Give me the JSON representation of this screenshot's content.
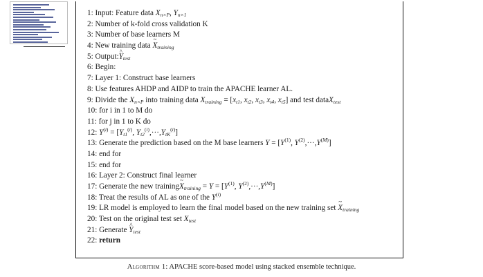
{
  "algorithm": {
    "lines": [
      {
        "num": "1:",
        "html": "Input: Feature data <span class=\"mi\">X</span><sub class=\"mi\">n×P</sub>, <span class=\"mi\">Y</span><sub class=\"mi\">n×1</sub>"
      },
      {
        "num": "2:",
        "html": "Number of k-fold cross validation K"
      },
      {
        "num": "3:",
        "html": "Number of base learners M"
      },
      {
        "num": "4:",
        "html": "New training data <span class=\"mi hat\">X</span><sub class=\"mi\">training</sub>"
      },
      {
        "num": "5:",
        "html": "Output:<span class=\"mi hat hat-caret\">Y</span><sub class=\"mi\">test</sub>"
      },
      {
        "num": "6:",
        "html": "Begin:"
      },
      {
        "num": "7:",
        "html": "Layer 1: Construct base learners"
      },
      {
        "num": "8:",
        "html": "Use features AHDP and AIDP to train the APACHE learner AL."
      },
      {
        "num": "9:",
        "html": "Divide the <span class=\"mi\">X</span><sub class=\"mi\">n×P</sub> into training data <span class=\"mi\">X</span><sub class=\"mi\">training</sub> = [<span class=\"mi\">x</span><sub class=\"mi\">t1</sub>, <span class=\"mi\">x</span><sub class=\"mi\">t2</sub>, <span class=\"mi\">x</span><sub class=\"mi\">t3</sub>, <span class=\"mi\">x</span><sub class=\"mi\">t4</sub>, <span class=\"mi\">x</span><sub class=\"mi\">t5</sub>] and test data<span class=\"mi\">X</span><sub class=\"mi\">test</sub>"
      },
      {
        "num": "10:",
        "html": "for i in 1 to M do"
      },
      {
        "num": "11:",
        "html": "for j in 1 to K do"
      },
      {
        "num": "12:",
        "html": "<span class=\"mi\">Y</span><sup>(<span class=\"mi\">i</span>)</sup> = [<span class=\"mi\">Y</span><sub class=\"mi\">t1</sub><sup>(<span class=\"mi\">i</span>)</sup>, <span class=\"mi\">Y</span><sub class=\"mi\">t2</sub><sup>(<span class=\"mi\">i</span>)</sup>,···,<span class=\"mi\">Y</span><sub class=\"mi\">tK</sub><sup>(<span class=\"mi\">i</span>)</sup>]"
      },
      {
        "num": "13:",
        "html": "Generate the prediction based on the M base learners <span class=\"mi\">Y</span> = [<span class=\"mi\">Y</span><sup>(1)</sup>, <span class=\"mi\">Y</span><sup>(2)</sup>,···,<span class=\"mi\">Y</span><sup>(<span class=\"mi\">M</span>)</sup>]"
      },
      {
        "num": "14:",
        "html": "end for"
      },
      {
        "num": "15:",
        "html": "end for"
      },
      {
        "num": "16:",
        "html": "Layer 2: Construct final learner"
      },
      {
        "num": "17:",
        "html": "Generate the new training<span class=\"mi hat\">X</span><sub class=\"mi\">training</sub> = <span class=\"mi\">Y</span> = [<span class=\"mi\">Y</span><sup>(1)</sup>, <span class=\"mi\">Y</span><sup>(2)</sup>,···,<span class=\"mi\">Y</span><sup>(<span class=\"mi\">M</span>)</sup>]"
      },
      {
        "num": "18:",
        "html": "Treat the results of AL as one of the <span class=\"mi\">Y</span><sup>(<span class=\"mi\">i</span>)</sup>"
      },
      {
        "num": "19:",
        "html": "LR model is employed to learn the final model based on the new training set <span class=\"mi hat\">X</span><sub class=\"mi\">training</sub>"
      },
      {
        "num": "20:",
        "html": "Test on the original test set <span class=\"mi\">X</span><sub class=\"mi\">test</sub>"
      },
      {
        "num": "21:",
        "html": "Generate <span class=\"mi hat hat-caret\">Y</span><sub class=\"mi\">test</sub>"
      },
      {
        "num": "22:",
        "html": "<span class=\"b\">return</span>"
      }
    ]
  },
  "caption": {
    "label": "Algorithm 1",
    "text": ": APACHE score-based model using stacked ensemble technique."
  }
}
